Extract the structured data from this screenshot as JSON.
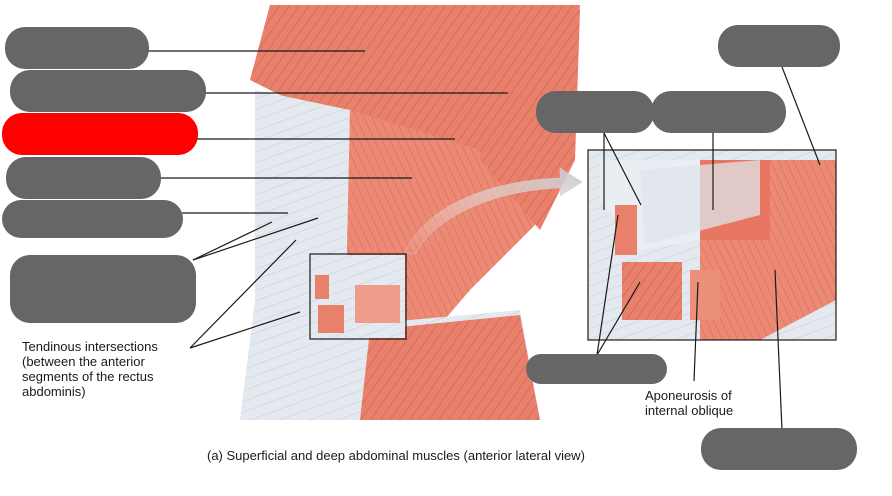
{
  "texts": {
    "tendinous": "Tendinous intersections\n(between the anterior\nsegments of the rectus\nabdominis)",
    "aponeurosis": "Aponeurosis of\ninternal oblique",
    "caption": "(a) Superficial and deep abdominal muscles (anterior lateral view)"
  },
  "colors": {
    "label_box": "#666666",
    "highlight": "#ff0000",
    "muscle": "#e8806c",
    "tendon": "#dfe6ec",
    "line": "#1a1a1a"
  },
  "highlighted_label": 2
}
